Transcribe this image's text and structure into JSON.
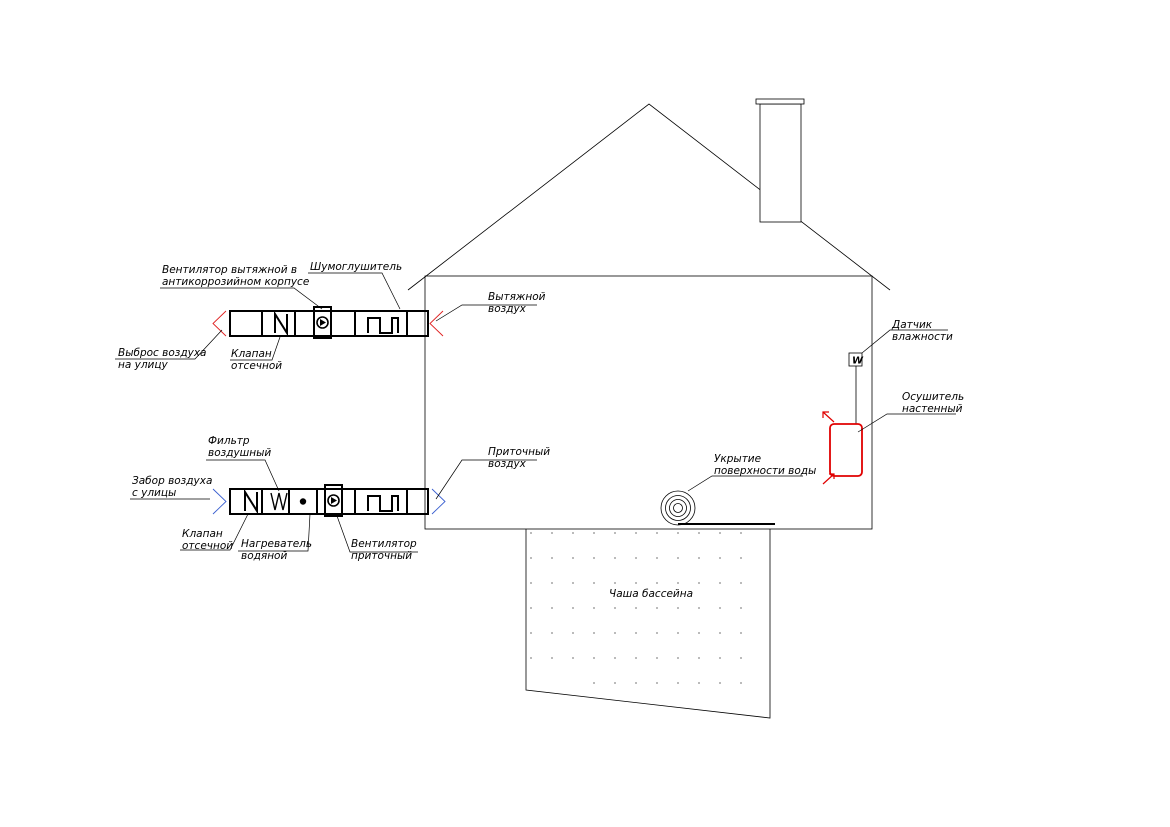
{
  "colors": {
    "line": "#000000",
    "exhaust_arrow": "#e02020",
    "intake_arrow": "#3a5fd0",
    "dehumidifier": "#e00000"
  },
  "labels": {
    "exhaust_fan": [
      "Вентилятор вытяжной в",
      "антикоррозийном корпусе"
    ],
    "silencer": [
      "Шумоглушитель"
    ],
    "exhaust_air": [
      "Вытяжной",
      "воздух"
    ],
    "exhaust_to_street": [
      "Выброс воздуха",
      "на улицу"
    ],
    "exhaust_damper": [
      "Клапан",
      "отсечной"
    ],
    "humidity_sensor": [
      "Датчик",
      "влажности"
    ],
    "humidity_sensor_symbol": "W",
    "dehumidifier": [
      "Осушитель",
      "настенный"
    ],
    "air_filter": [
      "Фильтр",
      "воздушный"
    ],
    "supply_air": [
      "Приточный",
      "воздух"
    ],
    "pool_cover": [
      "Укрытие",
      "поверхности воды"
    ],
    "intake_from_street": [
      "Забор воздуха",
      "с улицы"
    ],
    "supply_damper": [
      "Клапан",
      "отсечной"
    ],
    "water_heater": [
      "Нагреватель",
      "водяной"
    ],
    "supply_fan": [
      "Вентилятор",
      "приточный"
    ],
    "pool_bowl": [
      "Чаша бассейна"
    ]
  }
}
